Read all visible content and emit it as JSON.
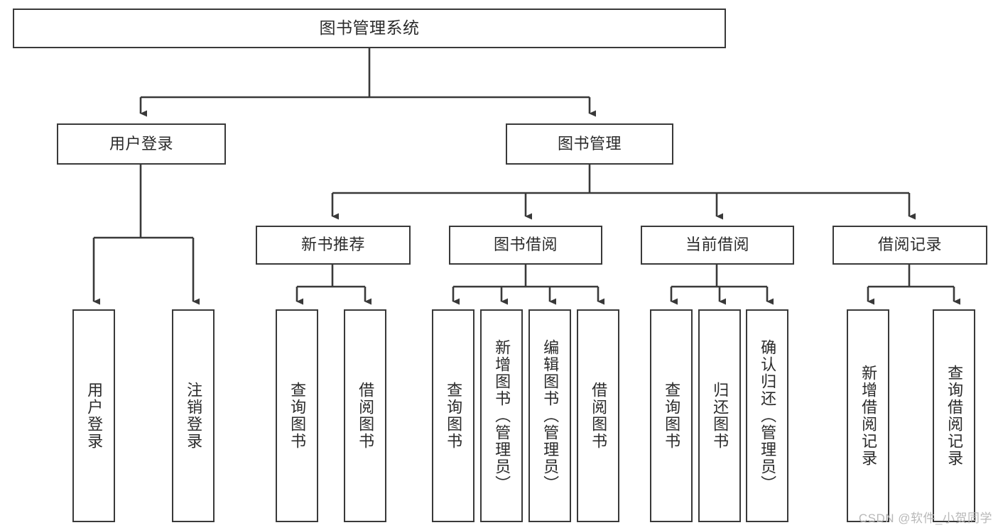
{
  "diagram": {
    "type": "tree-hierarchy",
    "title": "图书管理系统",
    "background_color": "#ffffff",
    "line_color": "#393939",
    "text_color": "#2b2b2b"
  },
  "root": {
    "label": "图书管理系统"
  },
  "level2": [
    {
      "label": "用户登录"
    },
    {
      "label": "图书管理"
    }
  ],
  "level3": [
    {
      "label": "新书推荐"
    },
    {
      "label": "图书借阅"
    },
    {
      "label": "当前借阅"
    },
    {
      "label": "借阅记录"
    }
  ],
  "leaves": {
    "user_login": [
      {
        "label": "用户登录"
      },
      {
        "label": "注销登录"
      }
    ],
    "new_book_recommend": [
      {
        "label": "查询图书"
      },
      {
        "label": "借阅图书"
      }
    ],
    "book_borrow": [
      {
        "label": "查询图书"
      },
      {
        "label": "新增图书（管理员）"
      },
      {
        "label": "编辑图书（管理员）"
      },
      {
        "label": "借阅图书"
      }
    ],
    "current_borrow": [
      {
        "label": "查询图书"
      },
      {
        "label": "归还图书"
      },
      {
        "label": "确认归还（管理员）"
      }
    ],
    "borrow_record": [
      {
        "label": "新增借阅记录"
      },
      {
        "label": "查询借阅记录"
      }
    ]
  },
  "watermark": {
    "text": "CSDN @软件_小贺同学"
  }
}
